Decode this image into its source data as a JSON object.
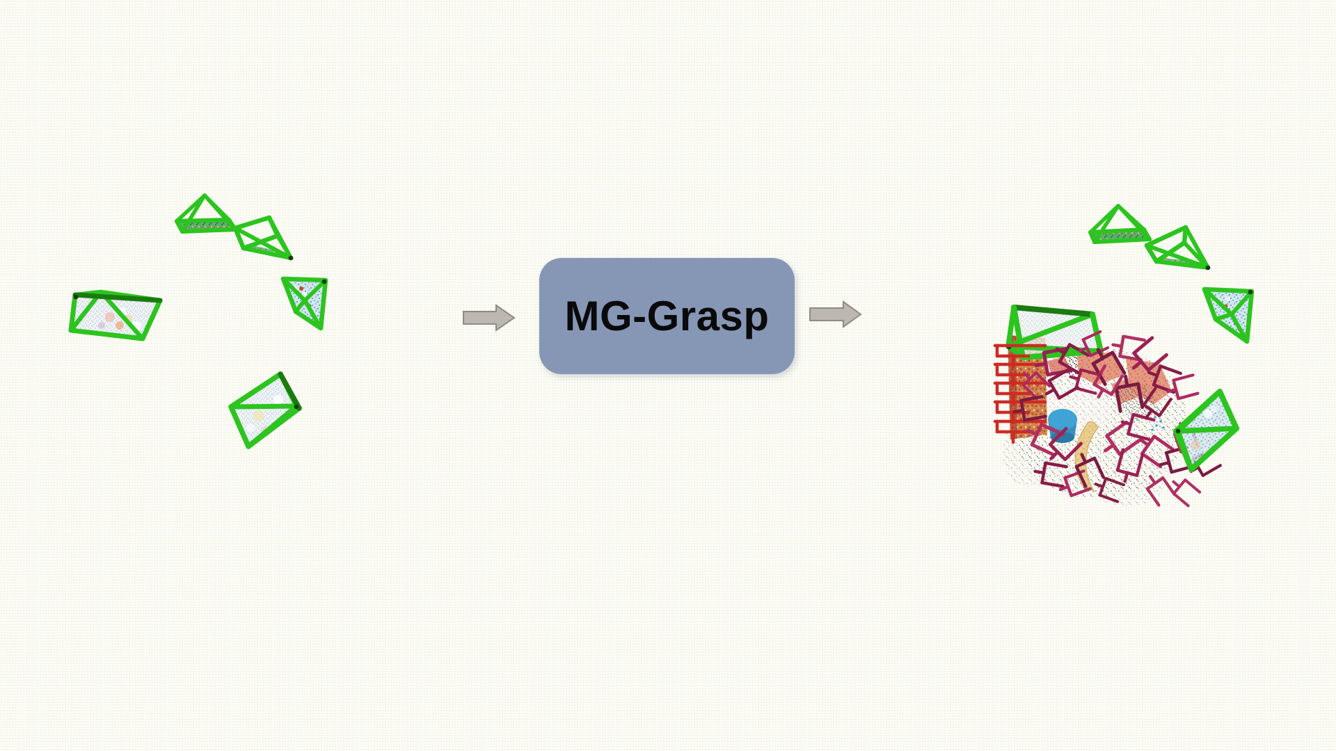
{
  "figure": {
    "process_box": {
      "label": "MG-Grasp",
      "fill_color": "#8697b6",
      "text_color": "#0a0a0a"
    },
    "arrows": {
      "fill_color": "#bcb7b0",
      "border_color": "#8f8a84"
    },
    "background": {
      "base_color": "#fdfdfa",
      "dot_color": "#efefd6"
    },
    "input_views": {
      "name": "multi-view-camera-frustums",
      "frustum_count": 5,
      "frustum_color": "#2cc41e",
      "frustum_dark_color": "#149310"
    },
    "output_scene": {
      "name": "point-cloud-scene-with-predicted-grasps",
      "frustum_count": 5,
      "frustum_color": "#2cc41e",
      "frustum_dark_color": "#149310",
      "grasp_color": "#9b2153",
      "grasp_color_variants": [
        "#9b2153",
        "#871c47",
        "#ad2a60",
        "#7d1a42",
        "#b03060"
      ],
      "box_grasp_color": "#cd2a26",
      "objects": [
        "red-box-point-cloud",
        "blue-cylinder",
        "banana",
        "salmon-object-patches",
        "gray-point-cloud"
      ]
    }
  }
}
